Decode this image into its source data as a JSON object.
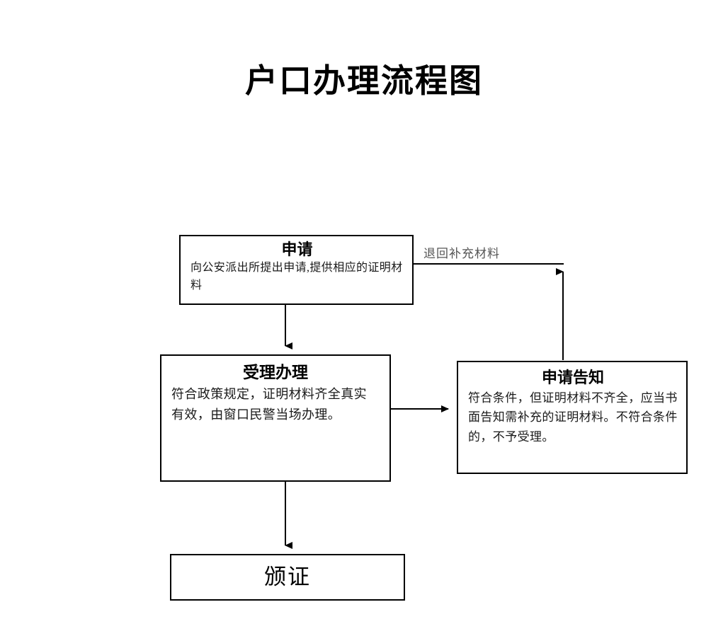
{
  "page": {
    "title": "户口办理流程图",
    "background_color": "#ffffff",
    "line_color": "#000000",
    "label_color": "#555555"
  },
  "diagram": {
    "type": "flowchart",
    "nodes": [
      {
        "id": "apply",
        "heading": "申请",
        "body": "向公安派出所提出申请,提供相应的证明材料"
      },
      {
        "id": "process",
        "heading": "受理办理",
        "body": "符合政策规定，证明材料齐全真实有效，由窗口民警当场办理。"
      },
      {
        "id": "notice",
        "heading": "申请告知",
        "body": "符合条件，但证明材料不齐全，应当书面告知需补充的证明材料。不符合条件的，不予受理。"
      },
      {
        "id": "issue",
        "heading": "颁证",
        "body": ""
      }
    ],
    "edges": [
      {
        "id": "apply-to-process",
        "from": "apply",
        "to": "process",
        "label": ""
      },
      {
        "id": "process-to-notice",
        "from": "process",
        "to": "notice",
        "label": ""
      },
      {
        "id": "process-to-issue",
        "from": "process",
        "to": "issue",
        "label": ""
      },
      {
        "id": "notice-to-apply",
        "from": "notice",
        "to": "apply",
        "label": "退回补充材料"
      }
    ]
  }
}
